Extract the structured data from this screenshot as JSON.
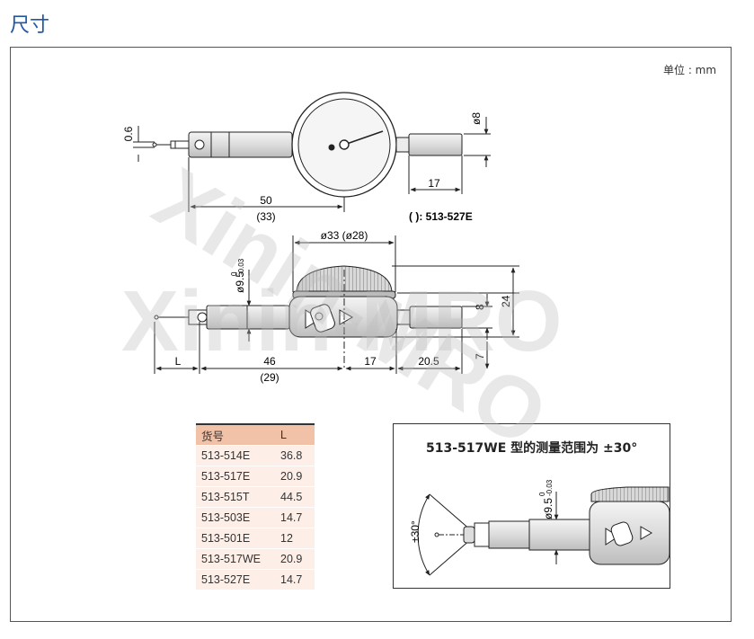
{
  "page": {
    "title": "尺寸",
    "unit_label": "单位 : mm"
  },
  "watermark": {
    "text": "Xinin-MRO"
  },
  "top_view": {
    "dim_tip": "0.6",
    "dim_stem": "ø8",
    "dim_length": "50",
    "dim_length_alt": "(33)",
    "dim_stem_length": "17",
    "model_note": "(   ): 513-527E"
  },
  "side_view": {
    "dim_dial": "ø33 (ø28)",
    "dim_shank_dia": "ø9.5",
    "dim_shank_tol_upper": "0",
    "dim_shank_tol_lower": "-0.03",
    "dim_L": "L",
    "dim_46": "46",
    "dim_46_alt": "(29)",
    "dim_17": "17",
    "dim_20_5": "20.5",
    "dim_8": "8",
    "dim_24": "24",
    "dim_7": "7"
  },
  "table": {
    "headers": [
      "货号",
      "L"
    ],
    "rows": [
      [
        "513-514E",
        "36.8"
      ],
      [
        "513-517E",
        "20.9"
      ],
      [
        "513-515T",
        "44.5"
      ],
      [
        "513-503E",
        "14.7"
      ],
      [
        "513-501E",
        "12"
      ],
      [
        "513-517WE",
        "20.9"
      ],
      [
        "513-527E",
        "14.7"
      ]
    ]
  },
  "inset": {
    "title": "513-517WE 型的测量范围为 ±30°",
    "dim_angle": "±30°",
    "dim_shank_dia": "ø9.5",
    "dim_shank_tol_upper": "0",
    "dim_shank_tol_lower": "-0.03"
  },
  "colors": {
    "title_blue": "#1f57a8",
    "table_header": "#f2c2a8",
    "table_row": "#fdefe7"
  }
}
